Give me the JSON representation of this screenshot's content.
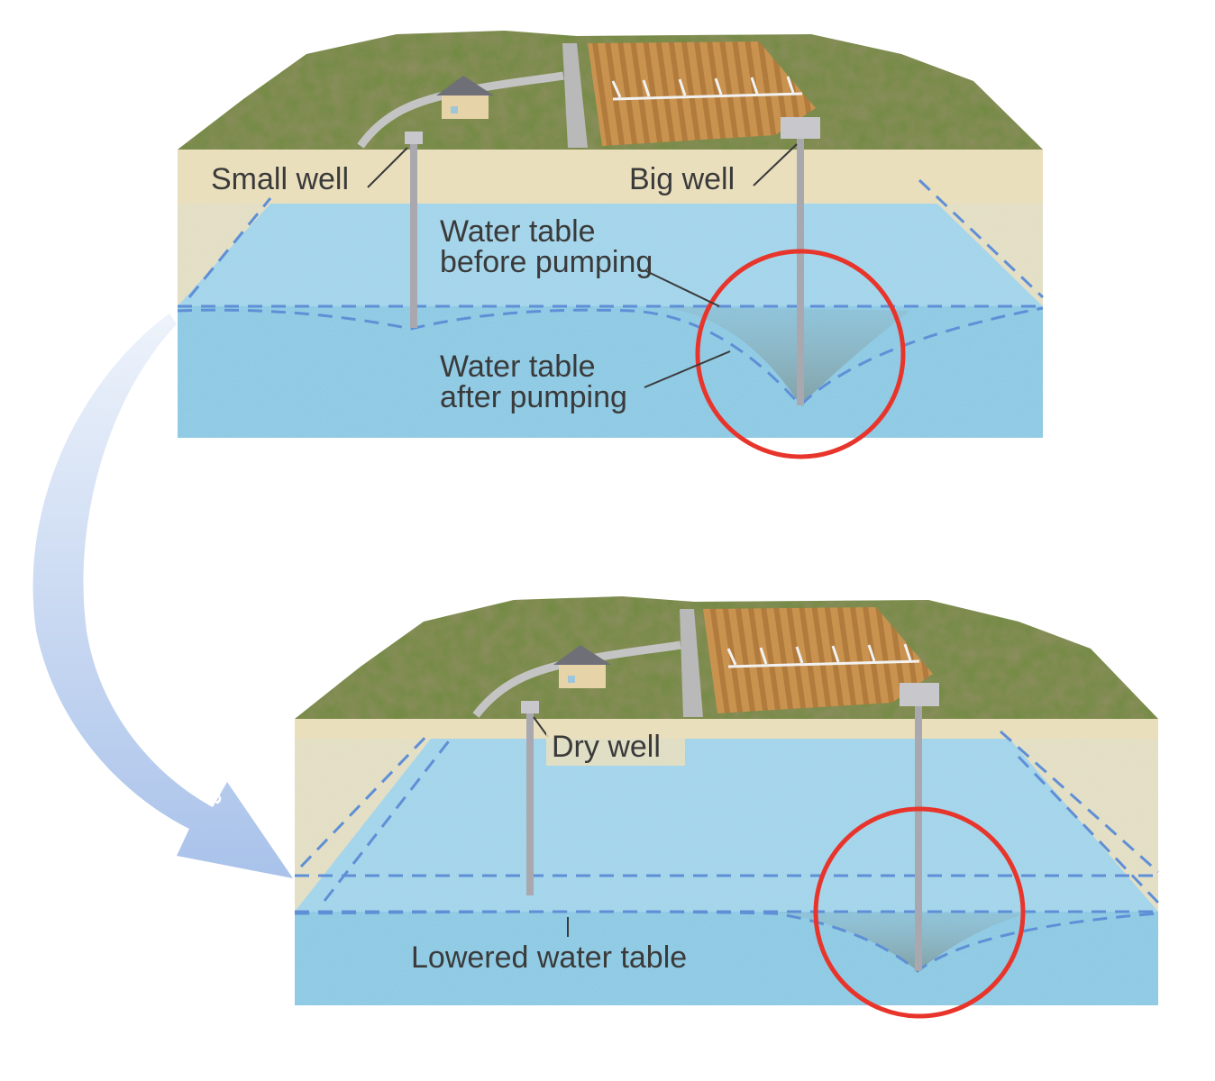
{
  "top_panel": {
    "labels": {
      "small_well": "Small well",
      "big_well": "Big well",
      "water_table_before_1": "Water table",
      "water_table_before_2": "before pumping",
      "water_table_after_1": "Water table",
      "water_table_after_2": "after pumping"
    }
  },
  "bottom_panel": {
    "labels": {
      "dry_well": "Dry well",
      "lowered_water_table": "Lowered water table"
    }
  },
  "arrow": {
    "label": "Time"
  },
  "colors": {
    "sand": "#eadfbd",
    "water": "#8ecde6",
    "water_deep": "#79c0de",
    "dashed_line": "#5f8fd6",
    "highlight_circle": "#e8352b",
    "arrow": "#c9d9f2",
    "vegetation": "#6f8a3f",
    "field": "#c9934f"
  }
}
